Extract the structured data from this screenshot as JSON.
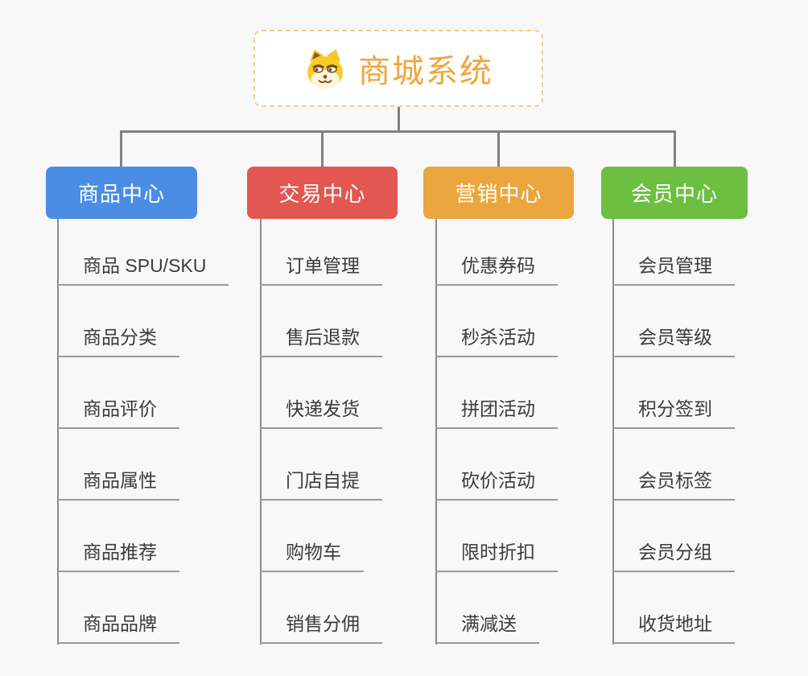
{
  "root": {
    "title": "商城系统",
    "icon": "doge-face-icon"
  },
  "branches": [
    {
      "label": "商品中心",
      "color": "#4b8de4",
      "items": [
        "商品 SPU/SKU",
        "商品分类",
        "商品评价",
        "商品属性",
        "商品推荐",
        "商品品牌"
      ]
    },
    {
      "label": "交易中心",
      "color": "#e25752",
      "items": [
        "订单管理",
        "售后退款",
        "快递发货",
        "门店自提",
        "购物车",
        "销售分佣"
      ]
    },
    {
      "label": "营销中心",
      "color": "#eaa63c",
      "items": [
        "优惠券码",
        "秒杀活动",
        "拼团活动",
        "砍价活动",
        "限时折扣",
        "满减送"
      ]
    },
    {
      "label": "会员中心",
      "color": "#6dbf42",
      "items": [
        "会员管理",
        "会员等级",
        "积分签到",
        "会员标签",
        "会员分组",
        "收货地址"
      ]
    }
  ],
  "colors": {
    "background": "#f8f8f8",
    "connector": "#808080",
    "leaf_underline": "#9a9a9a",
    "leaf_text": "#3b3b3b",
    "root_text": "#f2a53c",
    "root_border": "#f3cd8e"
  }
}
